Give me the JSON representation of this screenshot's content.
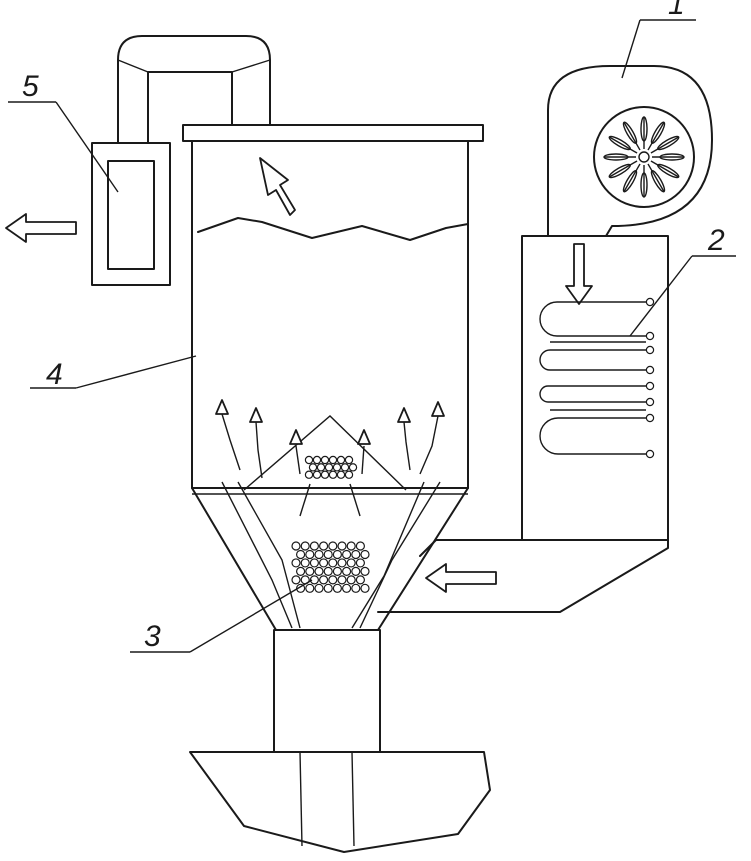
{
  "labels": {
    "fan": "1",
    "heater": "2",
    "material_mass": "3",
    "chamber": "4",
    "dust_collector": "5"
  },
  "colors": {
    "ink": "#1a1a1a",
    "paper": "#ffffff"
  }
}
